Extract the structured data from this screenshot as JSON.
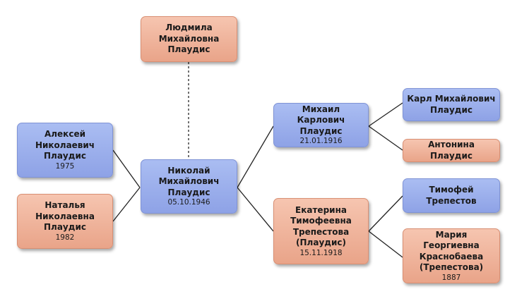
{
  "persons": {
    "lyudmila": {
      "name": "Людмила\nМихайловна\nПлаудис",
      "date": ""
    },
    "aleksey": {
      "name": "Алексей\nНиколаевич\nПлаудис",
      "date": "1975"
    },
    "natalya": {
      "name": "Наталья\nНиколаевна\nПлаудис",
      "date": "1982"
    },
    "nikolay": {
      "name": "Николай\nМихайлович\nПлаудис",
      "date": "05.10.1946"
    },
    "mikhail": {
      "name": "Михаил Карлович\nПлаудис",
      "date": "21.01.1916"
    },
    "ekaterina": {
      "name": "Екатерина\nТимофеевна\nТрепестова\n(Плаудис)",
      "date": "15.11.1918"
    },
    "karl": {
      "name": "Карл Михайлович\nПлаудис",
      "date": ""
    },
    "antonina": {
      "name": "Антонина Плаудис",
      "date": ""
    },
    "timofey": {
      "name": "Тимофей\nТрепестов",
      "date": ""
    },
    "mariya": {
      "name": "Мария Георгиевна\nКраснобаева\n(Трепестова)",
      "date": "1887"
    }
  },
  "colors": {
    "male": "#9db0ee",
    "female": "#f0b49c",
    "line": "#222222"
  }
}
